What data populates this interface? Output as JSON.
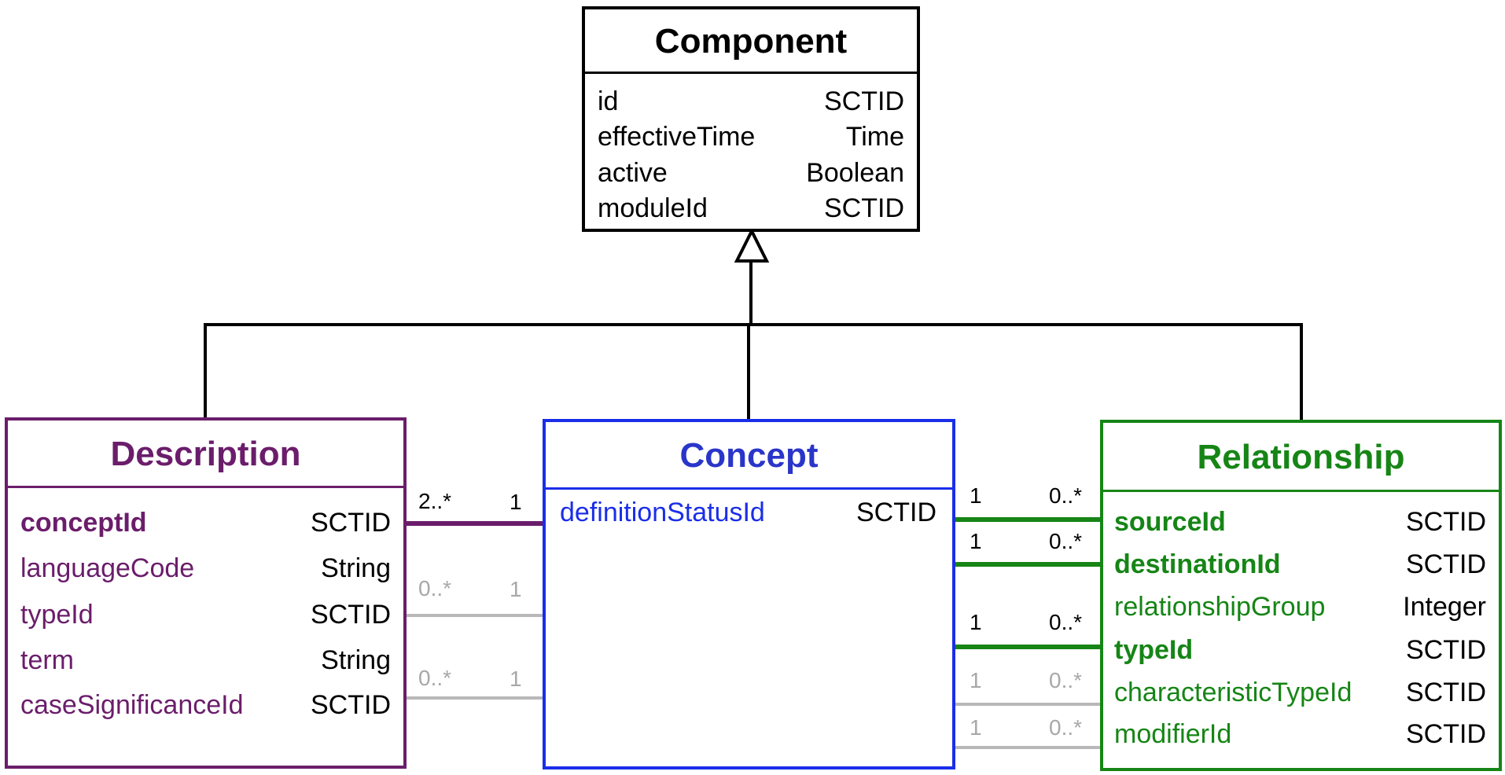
{
  "colors": {
    "component": "#000000",
    "description": "#6b1d6b",
    "concept": "#1a2ee8",
    "concept_title": "#2a35c9",
    "relationship": "#168516",
    "optional": "#b8b8b8",
    "optional_text": "#a8a8a8"
  },
  "component": {
    "title": "Component",
    "attributes": [
      {
        "name": "id",
        "type": "SCTID"
      },
      {
        "name": "effectiveTime",
        "type": "Time"
      },
      {
        "name": "active",
        "type": "Boolean"
      },
      {
        "name": "moduleId",
        "type": "SCTID"
      }
    ]
  },
  "description": {
    "title": "Description",
    "attributes": [
      {
        "name": "conceptId",
        "type": "SCTID",
        "bold": true
      },
      {
        "name": "languageCode",
        "type": "String",
        "bold": false
      },
      {
        "name": "typeId",
        "type": "SCTID",
        "bold": false
      },
      {
        "name": "term",
        "type": "String",
        "bold": false
      },
      {
        "name": "caseSignificanceId",
        "type": "SCTID",
        "bold": false
      }
    ]
  },
  "concept": {
    "title": "Concept",
    "attributes": [
      {
        "name": "definitionStatusId",
        "type": "SCTID"
      }
    ]
  },
  "relationship": {
    "title": "Relationship",
    "attributes": [
      {
        "name": "sourceId",
        "type": "SCTID",
        "bold": true
      },
      {
        "name": "destinationId",
        "type": "SCTID",
        "bold": true
      },
      {
        "name": "relationshipGroup",
        "type": "Integer",
        "bold": false
      },
      {
        "name": "typeId",
        "type": "SCTID",
        "bold": true
      },
      {
        "name": "characteristicTypeId",
        "type": "SCTID",
        "bold": false
      },
      {
        "name": "modifierId",
        "type": "SCTID",
        "bold": false
      }
    ]
  },
  "associations": {
    "desc_concept": {
      "desc_end": "2..*",
      "concept_end": "1"
    },
    "desc_type": {
      "desc_end": "0..*",
      "concept_end": "1"
    },
    "desc_case": {
      "desc_end": "0..*",
      "concept_end": "1"
    },
    "rel_source": {
      "concept_end": "1",
      "rel_end": "0..*"
    },
    "rel_destination": {
      "concept_end": "1",
      "rel_end": "0..*"
    },
    "rel_type": {
      "concept_end": "1",
      "rel_end": "0..*"
    },
    "rel_characteristic": {
      "concept_end": "1",
      "rel_end": "0..*"
    },
    "rel_modifier": {
      "concept_end": "1",
      "rel_end": "0..*"
    }
  }
}
